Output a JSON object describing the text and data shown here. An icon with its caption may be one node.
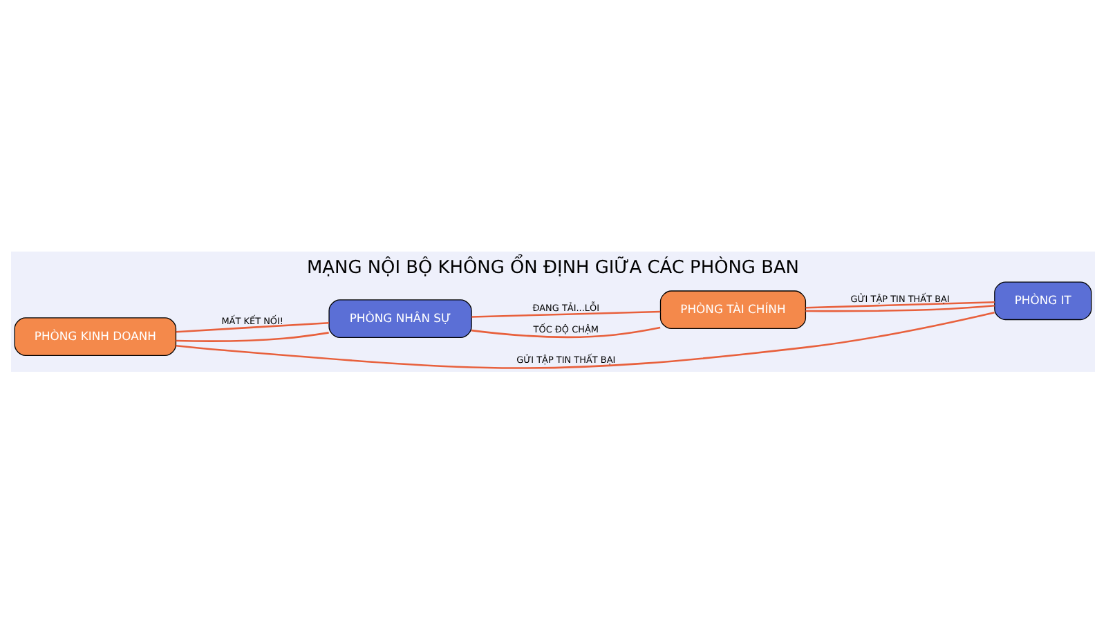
{
  "diagram": {
    "title": "MẠNG NỘI BỘ KHÔNG ỔN ĐỊNH GIỮA CÁC PHÒNG BAN",
    "nodes": [
      {
        "text": [
          "PHÒNG KINH DOANH"
        ]
      },
      {
        "text": [
          "PHÒNG NHÂN SỰ"
        ]
      },
      {
        "text": [
          "PHÒNG TÀI CHÍNH"
        ]
      },
      {
        "text": [
          "PHÒNG IT"
        ]
      }
    ],
    "edges": [
      {
        "from": 0,
        "to": 1,
        "arrow": "none",
        "label": "MẤT KẾT NỐI!"
      },
      {
        "from": 0,
        "to": 1,
        "arrow": "none"
      },
      {
        "from": 1,
        "to": 2,
        "arrow": "none",
        "label": "ĐANG TẢI...LỖI"
      },
      {
        "from": 1,
        "to": 2,
        "arrow": "none",
        "label": "TỐC ĐỘ CHẬM"
      },
      {
        "from": 2,
        "to": 3,
        "arrow": "none",
        "label": "GỬI TẬP TIN THẤT BẠI"
      },
      {
        "from": 2,
        "to": 3,
        "arrow": "none"
      },
      {
        "from": 0,
        "to": 3,
        "arrow": "none",
        "label": "GỬI TẬP TIN THẤT BẠI"
      }
    ]
  }
}
